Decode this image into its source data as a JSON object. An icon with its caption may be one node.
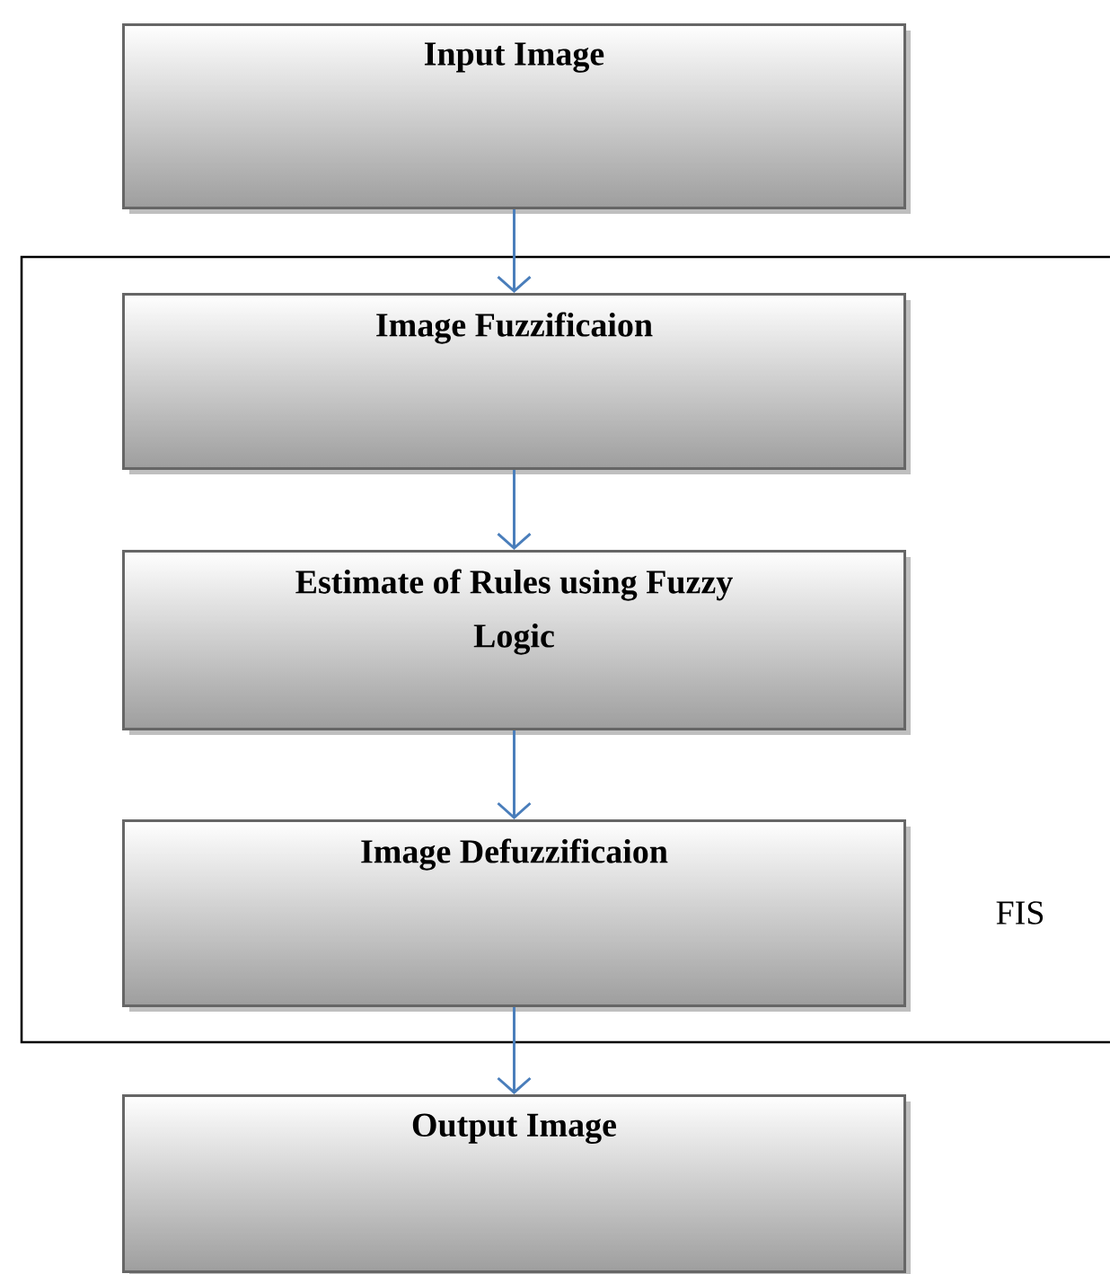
{
  "diagram": {
    "nodes": [
      {
        "text": [
          "Input Image"
        ]
      },
      {
        "text": [
          "FIS"
        ]
      },
      {
        "text": [
          "Image Fuzzificaion"
        ],
        "in": 1
      },
      {
        "text": [
          "Estimate of Rules using Fuzzy Logic"
        ],
        "in": 1
      },
      {
        "text": [
          "Image Defuzzificaion"
        ],
        "in": 1
      },
      {
        "text": [
          "Output Image"
        ]
      }
    ],
    "edges": [
      {
        "from": 0,
        "to": 2,
        "arrow": "to"
      },
      {
        "from": 2,
        "to": 3,
        "arrow": "to"
      },
      {
        "from": 3,
        "to": 4,
        "arrow": "to"
      },
      {
        "from": 4,
        "to": 5,
        "arrow": "to"
      }
    ]
  }
}
